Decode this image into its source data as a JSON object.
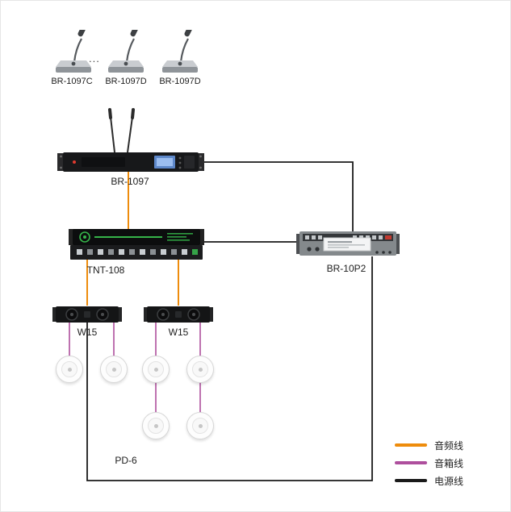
{
  "colors": {
    "audio": "#EE8C0C",
    "speaker": "#AE4F9D",
    "power": "#1A1A1A"
  },
  "nodes": {
    "mic1": "BR-1097C",
    "mic2": "BR-1097D",
    "mic3": "BR-1097D",
    "mics_ellipsis": "...",
    "receiver": "BR-1097",
    "processor": "TNT-108",
    "matrix": "BR-10P2",
    "amp1": "W15",
    "amp2": "W15",
    "power_distributor": "PD-6"
  },
  "legend": {
    "items": [
      {
        "label": "音频线",
        "color": "#EE8C0C"
      },
      {
        "label": "音箱线",
        "color": "#AE4F9D"
      },
      {
        "label": "电源线",
        "color": "#1A1A1A"
      }
    ]
  }
}
